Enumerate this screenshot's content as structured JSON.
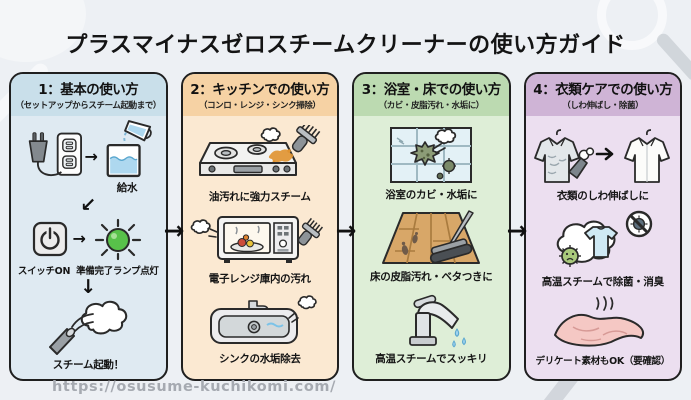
{
  "page": {
    "title": "プラスマイナスゼロスチームクリーナーの使い方ガイド",
    "watermark": "https://osusume-kuchikomi.com/",
    "background_color": "#edf0f4"
  },
  "connectors": [
    "→",
    "→",
    "→"
  ],
  "columns": [
    {
      "title": "1：基本の使い方",
      "subtitle": "（セットアップからスチーム起動まで）",
      "header_color": "#c9dfea",
      "body_color": "#dfeaf2",
      "icons": [
        "plug-outlet-icon",
        "water-fill-icon",
        "power-button-icon",
        "ready-lamp-icon",
        "steam-nozzle-icon"
      ],
      "arrows": {
        "right1": "→",
        "down_left": "↙",
        "right2": "→",
        "down": "↓"
      },
      "captions": {
        "fill": "給水",
        "switch_on": "スイッチON",
        "lamp": "準備完了ランプ点灯",
        "steam_start": "スチーム起動！"
      }
    },
    {
      "title": "2：キッチンでの使い方",
      "subtitle": "（コンロ・レンジ・シンク掃除）",
      "header_color": "#f6d2a4",
      "body_color": "#fbe9d2",
      "items": [
        {
          "icon": "gas-stove-steam-icon",
          "caption": "油汚れに強力スチーム"
        },
        {
          "icon": "microwave-clean-icon",
          "caption": "電子レンジ庫内の汚れ"
        },
        {
          "icon": "kitchen-sink-icon",
          "caption": "シンクの水垢除去"
        }
      ]
    },
    {
      "title": "3：浴室・床での使い方",
      "subtitle": "（カビ・皮脂汚れ・水垢に）",
      "header_color": "#bcdab1",
      "body_color": "#deeed7",
      "items": [
        {
          "icon": "bathroom-tile-mold-icon",
          "caption": "浴室のカビ・水垢に"
        },
        {
          "icon": "floor-mop-icon",
          "caption": "床の皮脂汚れ・ベタつきに"
        },
        {
          "icon": "faucet-drip-icon",
          "caption": "高温スチームでスッキリ"
        }
      ]
    },
    {
      "title": "4：衣類ケアでの使い方",
      "subtitle": "（しわ伸ばし・除菌）",
      "header_color": "#cfb4d6",
      "body_color": "#ecdff0",
      "items": [
        {
          "icon": "shirt-steaming-icon",
          "caption": "衣類のしわ伸ばしに"
        },
        {
          "icon": "sanitize-shirt-icon",
          "caption": "高温スチームで除菌・消臭"
        },
        {
          "icon": "delicate-fabric-icon",
          "caption": "デリケート素材もOK（要確認）"
        }
      ]
    }
  ]
}
